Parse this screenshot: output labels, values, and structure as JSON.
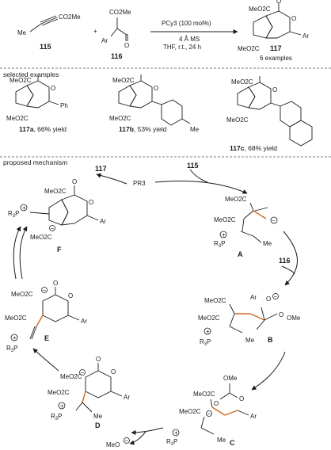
{
  "reaction": {
    "reactant_a_label": "115",
    "reactant_b_label": "116",
    "co2me": "CO2Me",
    "me": "Me",
    "ar": "Ar",
    "ph": "Ph",
    "meo2c": "MeO2C",
    "plus": "+",
    "conditions_line1": "PCy3 (100 mol%)",
    "conditions_line2": "4 Å MS",
    "conditions_line3": "THF, r.t., 24 h",
    "product_label": "117",
    "product_note": "6 examples"
  },
  "selected_examples": {
    "title": "selected examples",
    "items": [
      {
        "label": "117a",
        "yield": ", 66% yield"
      },
      {
        "label": "117b",
        "yield": ", 53% yield"
      },
      {
        "label": "117c",
        "yield": ", 68% yield"
      }
    ]
  },
  "mechanism": {
    "title": "proposed mechanism",
    "catalyst": "PR3",
    "r3p": "R3P",
    "ome": "OMe",
    "meo_minus": "MeO",
    "in_115": "115",
    "in_116": "116",
    "out_117": "117",
    "intermediates": [
      "A",
      "B",
      "C",
      "D",
      "E",
      "F"
    ]
  }
}
